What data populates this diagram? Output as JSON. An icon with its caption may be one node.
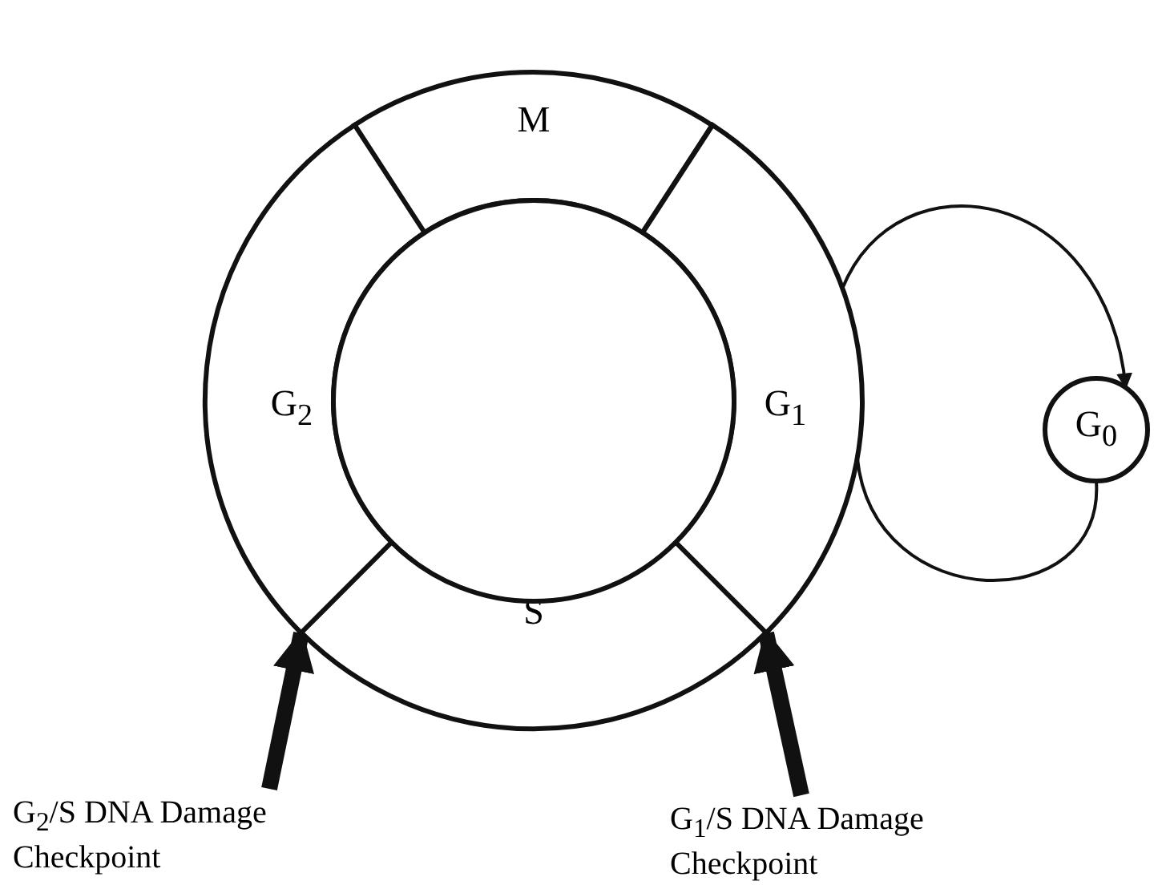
{
  "diagram": {
    "nodes": [
      {
        "text": [
          "M"
        ]
      },
      {
        "text": [
          "G$_{2}$"
        ]
      },
      {
        "text": [
          "G$_{1}$"
        ]
      },
      {
        "text": [
          "S"
        ]
      },
      {
        "text": [],
        "shape": "circle"
      },
      {
        "text": [
          "G$_{0}$"
        ]
      },
      {
        "text": [
          "G$_{2}$/S DNA Damage Checkpoint"
        ]
      },
      {
        "text": [
          "G$_{1}$/S DNA Damage Checkpoint"
        ]
      }
    ],
    "edges": [
      {
        "from": 2,
        "to": 5,
        "arrow": "to"
      },
      {
        "from": 5,
        "to": 2,
        "arrow": "none"
      },
      {
        "from": 6,
        "to": 3,
        "arrow": "to",
        "style": "thick"
      },
      {
        "from": 7,
        "to": 3,
        "arrow": "to",
        "style": "thick"
      }
    ]
  }
}
